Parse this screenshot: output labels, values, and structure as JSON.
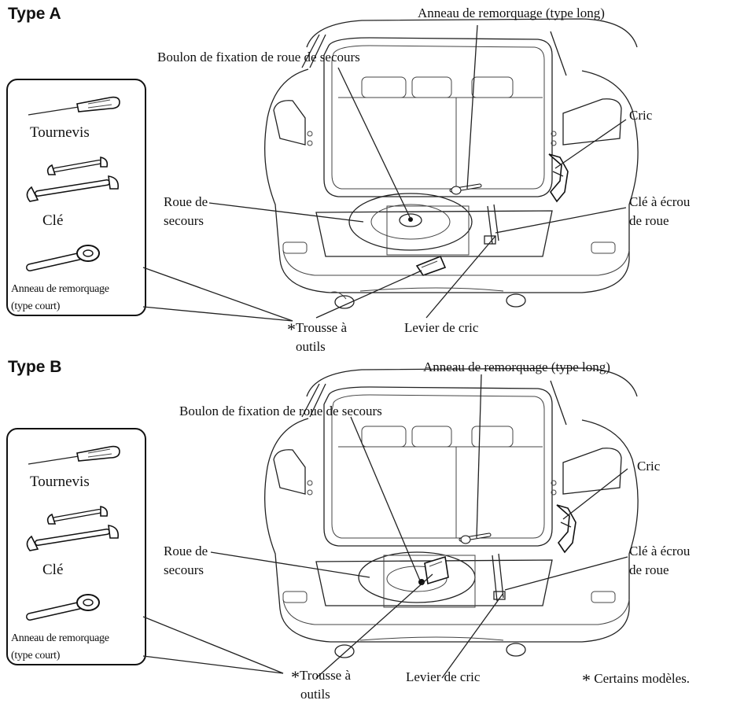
{
  "section_a": {
    "heading": "Type A",
    "labels": {
      "tow_long": "Anneau de remorquage (type long)",
      "spare_bolt": "Boulon de fixation de roue de secours",
      "jack": "Cric",
      "lug_wrench_1": "Clé à écrou",
      "lug_wrench_2": "de roue",
      "spare_1": "Roue de",
      "spare_2": "secours",
      "toolkit_1": "Trousse à",
      "toolkit_2": "outils",
      "jack_lever": "Levier de cric"
    },
    "tools": {
      "screwdriver": "Tournevis",
      "wrench": "Clé",
      "tow_short_1": "Anneau de remorquage",
      "tow_short_2": "(type court)"
    }
  },
  "section_b": {
    "heading": "Type B",
    "labels": {
      "tow_long": "Anneau de remorquage (type long)",
      "spare_bolt": "Boulon de fixation de roue de secours",
      "jack": "Cric",
      "lug_wrench_1": "Clé à écrou",
      "lug_wrench_2": "de roue",
      "spare_1": "Roue de",
      "spare_2": "secours",
      "toolkit_1": "Trousse à",
      "toolkit_2": "outils",
      "jack_lever": "Levier de cric"
    },
    "tools": {
      "screwdriver": "Tournevis",
      "wrench": "Clé",
      "tow_short_1": "Anneau de remorquage",
      "tow_short_2": "(type court)"
    }
  },
  "asterisk": "*",
  "footnote": "Certains modèles."
}
